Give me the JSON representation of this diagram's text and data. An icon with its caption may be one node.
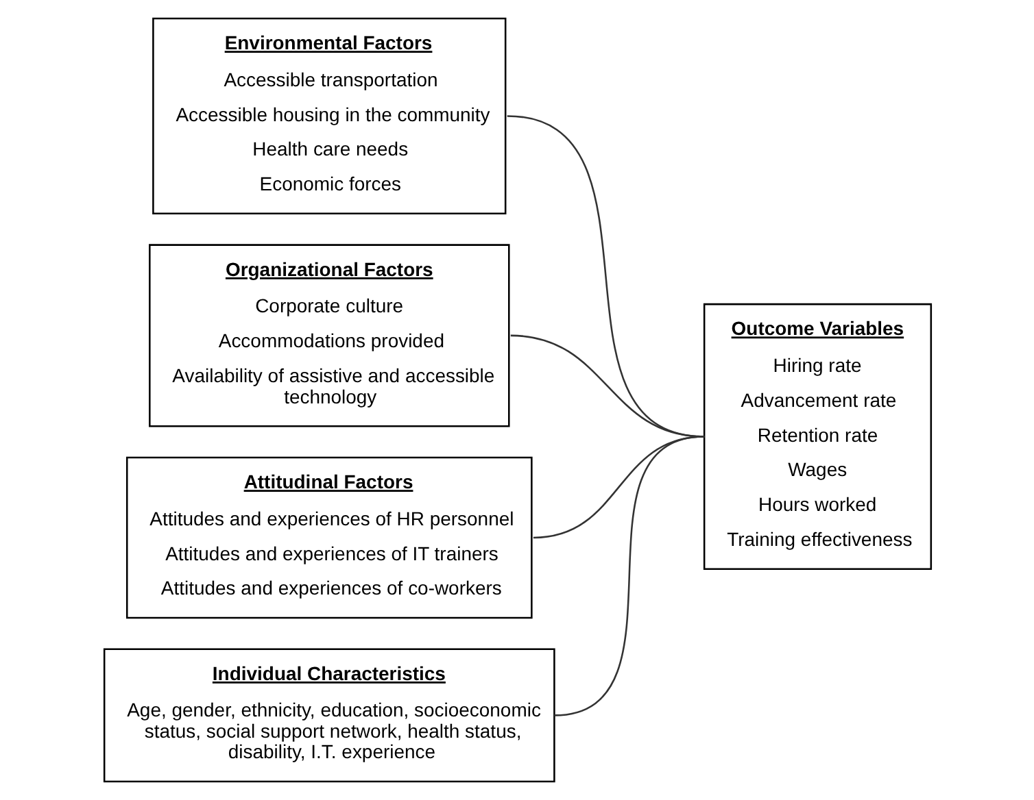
{
  "diagram": {
    "nodes": [
      {
        "text": [
          "Environmental Factors",
          "Accessible transportation",
          "Accessible housing in the community",
          "Health care needs",
          "Economic forces"
        ]
      },
      {
        "text": [
          "Organizational Factors",
          "Corporate culture",
          "Accommodations provided",
          "Availability of assistive and accessible technology"
        ]
      },
      {
        "text": [
          "Attitudinal Factors",
          "Attitudes and experiences of HR personnel",
          "Attitudes and experiences of IT trainers",
          "Attitudes and experiences of co-workers"
        ]
      },
      {
        "text": [
          "Individual Characteristics",
          "Age, gender, ethnicity, education, socioeconomic status, social support network, health status, disability, I.T. experience"
        ]
      },
      {
        "text": [
          "Outcome Variables",
          "Hiring rate",
          "Advancement rate",
          "Retention rate",
          "Wages",
          "Hours worked",
          "Training effectiveness"
        ]
      }
    ],
    "edges": [
      {
        "from": 0,
        "to": 4,
        "arrow": "none"
      },
      {
        "from": 1,
        "to": 4,
        "arrow": "none"
      },
      {
        "from": 2,
        "to": 4,
        "arrow": "none"
      },
      {
        "from": 3,
        "to": 4,
        "arrow": "none"
      }
    ]
  }
}
